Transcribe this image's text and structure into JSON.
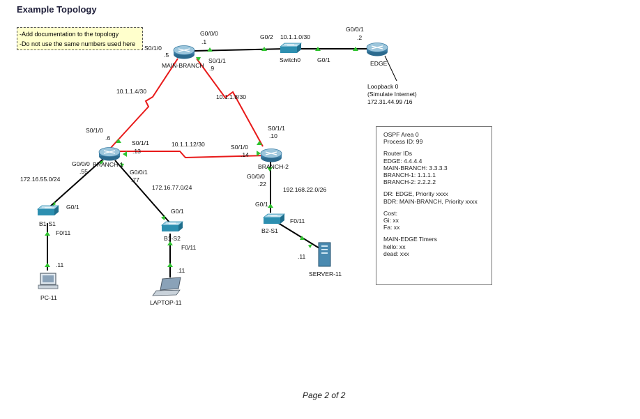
{
  "title": "Example Topology",
  "note": {
    "line1": "-Add documentation to the topology",
    "line2": "-Do not use the same numbers used here"
  },
  "devices": {
    "main_branch": "MAIN-BRANCH",
    "switch0": "Switch0",
    "edge": "EDGE",
    "branch1": "BRANCH-1",
    "branch2": "BRANCH-2",
    "b1s1": "B1-S1",
    "b1s2": "B1-S2",
    "b2s1": "B2-S1",
    "pc11": "PC-11",
    "laptop11": "LAPTOP-11",
    "server11": "SERVER-11"
  },
  "labels": {
    "mb_s010": "S0/1/0",
    "mb_s010_ip": ".5",
    "mb_g000": "G0/0/0",
    "mb_g000_ip": ".1",
    "mb_s011": "S0/1/1",
    "mb_s011_ip": ".9",
    "sw0_g02": "G0/2",
    "net_edge": "10.1.1.0/30",
    "sw0_g01": "G0/1",
    "edge_g001": "G0/0/1",
    "edge_g001_ip": ".2",
    "loopback1": "Loopback 0",
    "loopback2": "(Simulate Internet)",
    "loopback3": "172.31.44.99 /16",
    "net_mb_b1": "10.1.1.4/30",
    "net_mb_b2": "10.1.1.8/30",
    "b2_s011": "S0/1/1",
    "b2_s011_ip": ".10",
    "b1_s010": "S0/1/0",
    "b1_s010_ip": ".6",
    "b1_s011": "S0/1/1",
    "b1_s011_ip": ".13",
    "net_b1_b2": "10.1.1.12/30",
    "b2_s010": "S0/1/0",
    "b2_s010_ip": ".14",
    "b1_g000": "G0/0/0",
    "b1_g000_ip": ".55",
    "b1_g001": "G0/0/1",
    "b1_g001_ip": ".77",
    "b2_g000": "G0/0/0",
    "b2_g000_ip": ".22",
    "net_b1_lan1": "172.16.55.0/24",
    "net_b1_lan2": "172.16.77.0/24",
    "net_b2_lan": "192.168.22.0/26",
    "b1s1_g01": "G0/1",
    "b1s2_g01": "G0/1",
    "b2s1_g01": "G0/1",
    "b1s1_f011": "F0/11",
    "b1s2_f011": "F0/11",
    "b2s1_f011": "F0/11",
    "pc_ip": ".11",
    "laptop_ip": ".11",
    "server_ip": ".11"
  },
  "info": {
    "ospf1": "OSPF Area 0",
    "ospf2": "Process ID: 99",
    "rid_title": "Router IDs",
    "rid1": "EDGE: 4.4.4.4",
    "rid2": "MAIN-BRANCH: 3.3.3.3",
    "rid3": "BRANCH-1: 1.1.1.1",
    "rid4": "BRANCH-2: 2.2.2.2",
    "dr": "DR: EDGE, Priority xxxx",
    "bdr": "BDR: MAIN-BRANCH, Priority xxxx",
    "cost_title": "Cost:",
    "cost_gi": "Gi: xx",
    "cost_fa": "Fa: xx",
    "timers_title": "MAIN-EDGE Timers",
    "hello": "hello: xx",
    "dead": "dead: xxx"
  },
  "page": "Page 2 of 2",
  "colors": {
    "serial_link": "#e81a1a",
    "ethernet_link": "#000000",
    "port_up": "#2fc32f",
    "router_body": "#3d7fa6",
    "switch_body": "#2d8fb0"
  }
}
